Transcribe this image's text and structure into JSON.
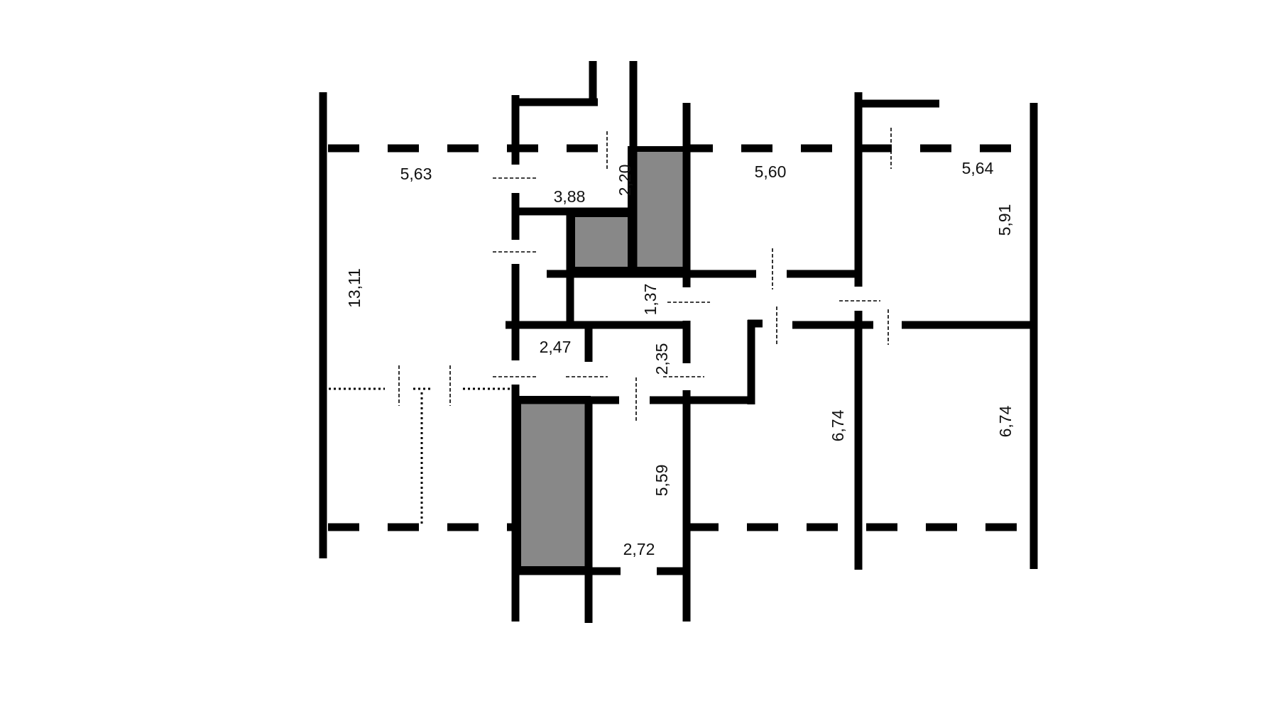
{
  "plan": {
    "fill_color": "#888888",
    "wall_color": "#000000",
    "dimensions": {
      "d_13_11": "13,11",
      "d_5_63": "5,63",
      "d_3_88": "3,88",
      "d_2_20": "2,20",
      "d_5_60": "5,60",
      "d_5_64": "5,64",
      "d_5_91": "5,91",
      "d_1_37": "1,37",
      "d_2_47": "2,47",
      "d_2_35": "2,35",
      "d_6_74_mid": "6,74",
      "d_6_74_right": "6,74",
      "d_5_59": "5,59",
      "d_2_72": "2,72"
    }
  }
}
